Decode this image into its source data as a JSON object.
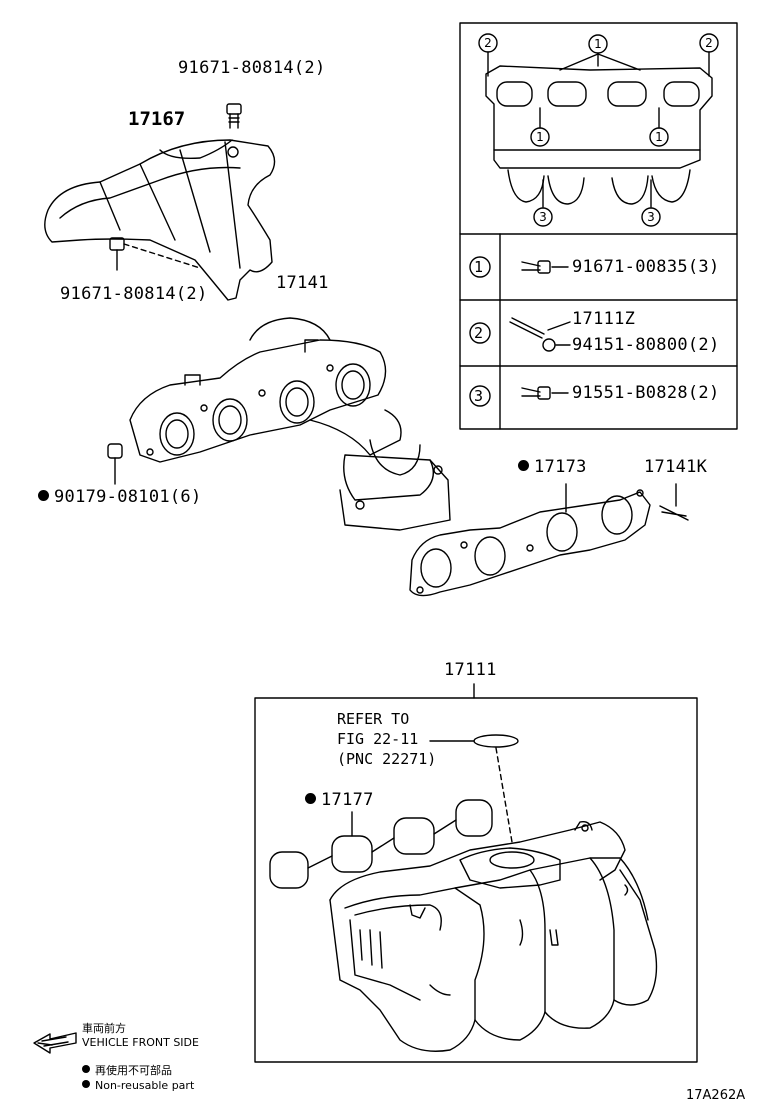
{
  "parts": {
    "bolt_top": "91671-80814(2)",
    "heat_insulator": "17167",
    "bolt_lower": "91671-80814(2)",
    "exhaust_manifold": "17141",
    "nut": "90179-08101(6)",
    "exhaust_gasket": "17173",
    "stud": "17141K",
    "intake_manifold": "17111",
    "intake_gasket": "17177"
  },
  "refer": {
    "line1": "REFER TO",
    "line2": "FIG 22-11",
    "line3": "(PNC 22271)"
  },
  "inset": {
    "callouts": [
      "1",
      "2",
      "3"
    ],
    "rows": [
      {
        "index": "1",
        "part1": "91671-00835(3)",
        "part2": ""
      },
      {
        "index": "2",
        "part1": "17111Z",
        "part2": "94151-80800(2)"
      },
      {
        "index": "3",
        "part1": "91551-B0828(2)",
        "part2": ""
      }
    ]
  },
  "legend": {
    "front_jp": "車両前方",
    "front_en": "VEHICLE FRONT SIDE",
    "nonreuse_jp": "再使用不可部品",
    "nonreuse_en": "Non-reusable part"
  },
  "figure_id": "17A262A"
}
